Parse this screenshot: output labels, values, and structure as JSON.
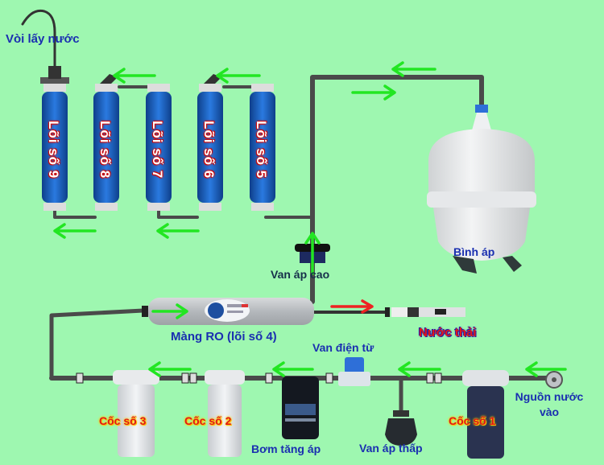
{
  "diagram": {
    "title": "RO water purifier flow diagram",
    "colors": {
      "background": "#9ef7b0",
      "pipe": "#4a4a4a",
      "flow_arrow": "#22e622",
      "waste_arrow": "#ee2222",
      "label_blue": "#1a2fb0",
      "cartridge_blue": "#1f63c4"
    },
    "labels": {
      "faucet": "Vòi lấy nước",
      "tank": "Bình áp",
      "high_pressure_valve": "Van áp cao",
      "ro_membrane": "Màng RO (lõi số 4)",
      "waste_water": "Nước thải",
      "solenoid_valve": "Van điện từ",
      "booster_pump": "Bơm tăng áp",
      "low_pressure_valve": "Van áp thấp",
      "water_source": "Nguồn nước vào",
      "cup_1": "Cốc số 1",
      "cup_2": "Cốc số 2",
      "cup_3": "Cốc số 3"
    },
    "cartridges": [
      {
        "label": "Lõi số 9"
      },
      {
        "label": "Lõi số 8"
      },
      {
        "label": "Lõi số 7"
      },
      {
        "label": "Lõi số 6"
      },
      {
        "label": "Lõi số 5"
      }
    ]
  }
}
